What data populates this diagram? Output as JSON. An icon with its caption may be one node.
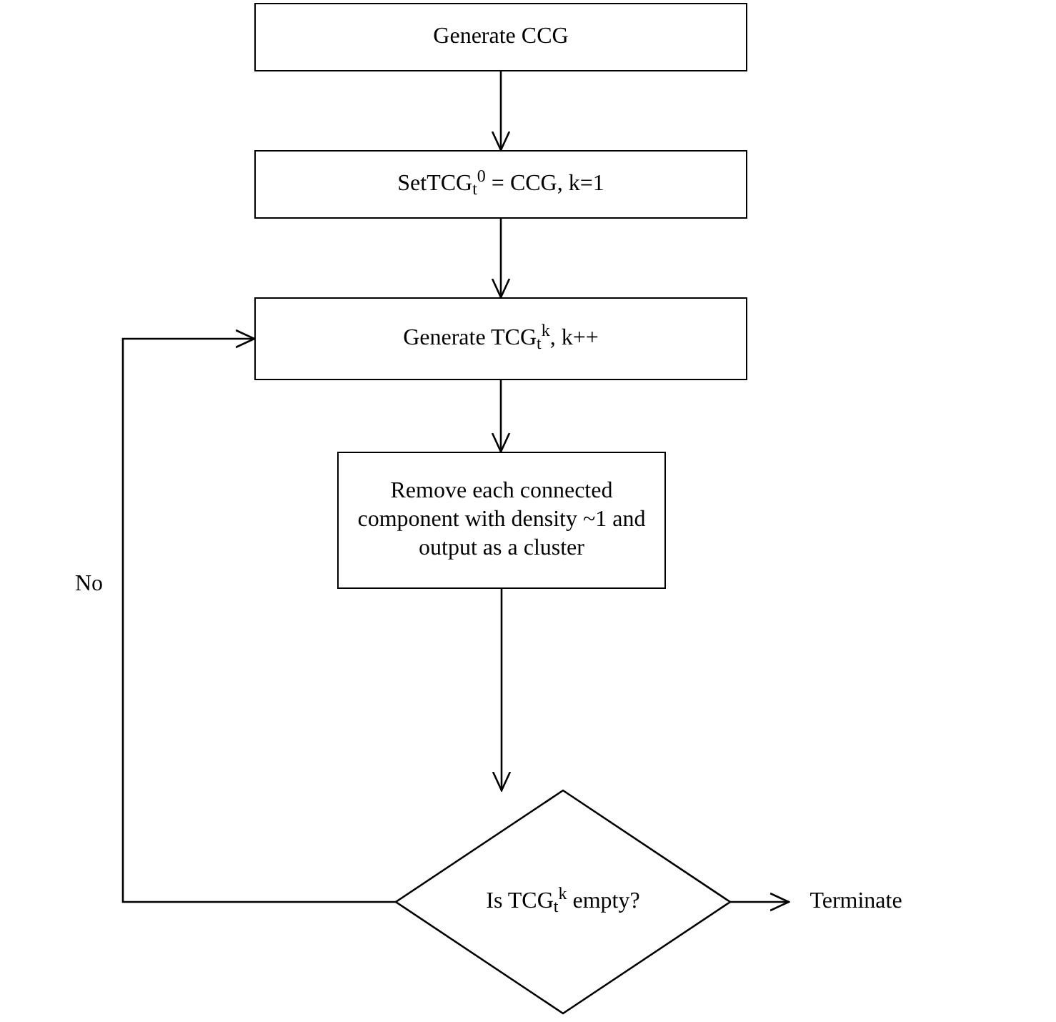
{
  "diagram": {
    "nodes": [
      {
        "text": [
          "Generate CCG"
        ]
      },
      {
        "text": [
          "SetTCG$_{t}$$^{0}$ = CCG, k=1"
        ]
      },
      {
        "text": [
          "Generate TCG$_{t}$$^{k}$, k++"
        ]
      },
      {
        "text": [
          "Remove each connected component with density ~1 and output as a cluster"
        ]
      },
      {
        "text": [
          "Is TCG$_{t}$$^{k}$ empty?"
        ]
      },
      {
        "text": [
          "Terminate"
        ]
      }
    ],
    "edges": [
      {
        "from": 0,
        "to": 1,
        "arrow": "to"
      },
      {
        "from": 1,
        "to": 2,
        "arrow": "to"
      },
      {
        "from": 2,
        "to": 3,
        "arrow": "to"
      },
      {
        "from": 3,
        "to": 4,
        "arrow": "to"
      },
      {
        "from": 4,
        "to": 2,
        "arrow": "to",
        "label": "No"
      },
      {
        "from": 4,
        "to": 5,
        "arrow": "to"
      }
    ]
  }
}
